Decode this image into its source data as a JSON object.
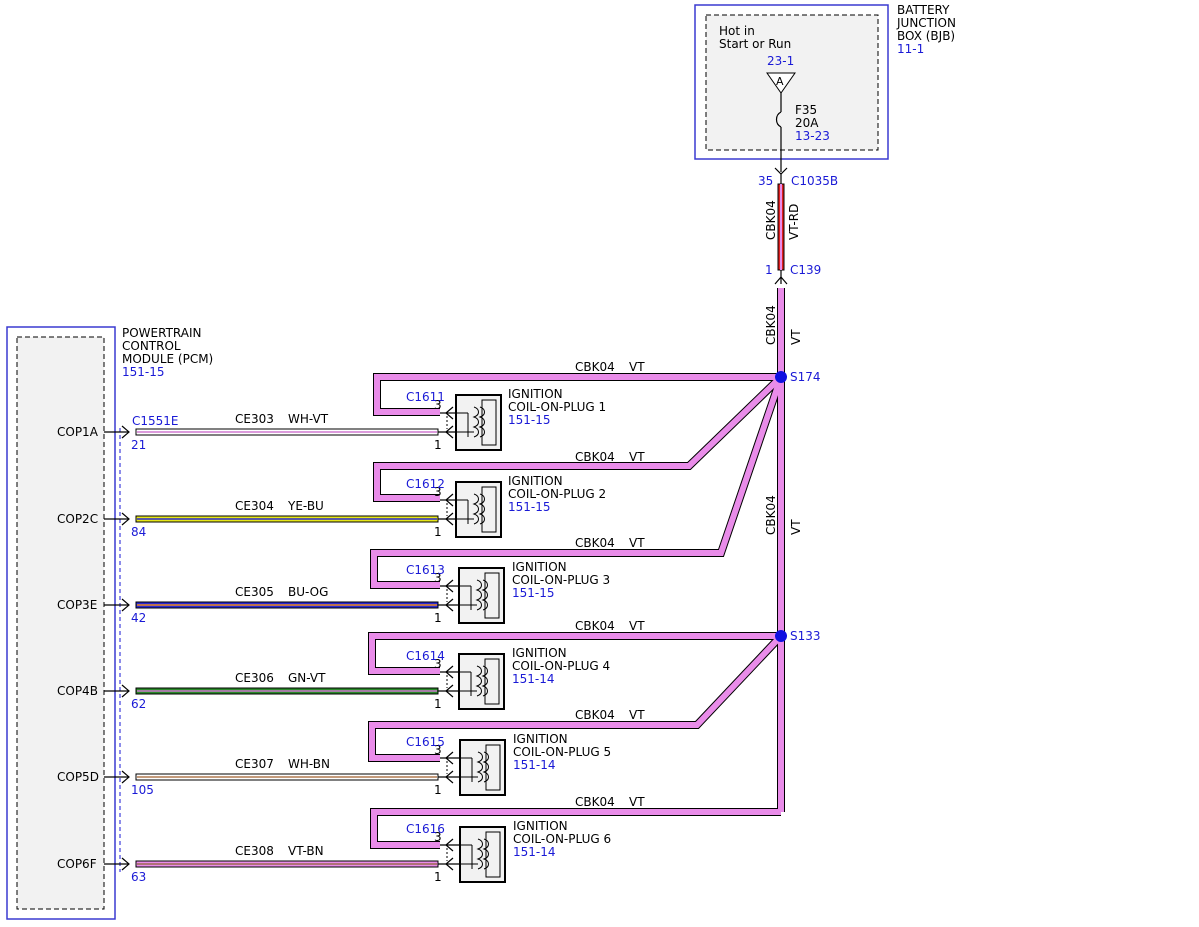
{
  "bjb": {
    "title_lines": [
      "BATTERY",
      "JUNCTION",
      "BOX (BJB)"
    ],
    "ref": "11-1",
    "hot_lines": [
      "Hot in",
      "Start or Run"
    ],
    "connector_ref": "23-1",
    "connector_pin": "A",
    "fuse_name": "F35",
    "fuse_rating": "20A",
    "fuse_ref": "13-23"
  },
  "top_wire": {
    "pin_top": "35",
    "connector_top": "C1035B",
    "circuit": "CBK04",
    "color_code": "VT-RD",
    "pin_bottom": "1",
    "connector_bottom": "C139",
    "lower_circuit": "CBK04",
    "lower_color": "VT",
    "trunk_circuit": "CBK04",
    "trunk_color": "VT"
  },
  "splices": [
    {
      "name": "S174"
    },
    {
      "name": "S133"
    }
  ],
  "pcm": {
    "title_lines": [
      "POWERTRAIN",
      "CONTROL",
      "MODULE (PCM)"
    ],
    "ref": "151-15",
    "connector": "C1551E"
  },
  "coils": [
    {
      "signal": "COP1A",
      "pcm_pin": "21",
      "circuit": "CE303",
      "color_code": "WH-VT",
      "wire_color": "#ffffff",
      "stripe_color": "#d07ad0",
      "connector": "C1611",
      "pin_power": "3",
      "pin_signal": "1",
      "title": "IGNITION",
      "name": "COIL-ON-PLUG 1",
      "ref": "151-15",
      "feed_circuit": "CBK04",
      "feed_color": "VT"
    },
    {
      "signal": "COP2C",
      "pcm_pin": "84",
      "circuit": "CE304",
      "color_code": "YE-BU",
      "wire_color": "#e6e61a",
      "stripe_color": "#2a2ad0",
      "connector": "C1612",
      "pin_power": "3",
      "pin_signal": "1",
      "title": "IGNITION",
      "name": "COIL-ON-PLUG 2",
      "ref": "151-15",
      "feed_circuit": "CBK04",
      "feed_color": "VT"
    },
    {
      "signal": "COP3E",
      "pcm_pin": "42",
      "circuit": "CE305",
      "color_code": "BU-OG",
      "wire_color": "#2a2ad0",
      "stripe_color": "#f08a20",
      "connector": "C1613",
      "pin_power": "3",
      "pin_signal": "1",
      "title": "IGNITION",
      "name": "COIL-ON-PLUG 3",
      "ref": "151-15",
      "feed_circuit": "CBK04",
      "feed_color": "VT"
    },
    {
      "signal": "COP4B",
      "pcm_pin": "62",
      "circuit": "CE306",
      "color_code": "GN-VT",
      "wire_color": "#2a8a2a",
      "stripe_color": "#d07ad0",
      "connector": "C1614",
      "pin_power": "3",
      "pin_signal": "1",
      "title": "IGNITION",
      "name": "COIL-ON-PLUG 4",
      "ref": "151-14",
      "feed_circuit": "CBK04",
      "feed_color": "VT"
    },
    {
      "signal": "COP5D",
      "pcm_pin": "105",
      "circuit": "CE307",
      "color_code": "WH-BN",
      "wire_color": "#ffffff",
      "stripe_color": "#b07a50",
      "connector": "C1615",
      "pin_power": "3",
      "pin_signal": "1",
      "title": "IGNITION",
      "name": "COIL-ON-PLUG 5",
      "ref": "151-14",
      "feed_circuit": "CBK04",
      "feed_color": "VT"
    },
    {
      "signal": "COP6F",
      "pcm_pin": "63",
      "circuit": "CE308",
      "color_code": "VT-BN",
      "wire_color": "#e98ce9",
      "stripe_color": "#9a6a50",
      "connector": "C1616",
      "pin_power": "3",
      "pin_signal": "1",
      "title": "IGNITION",
      "name": "COIL-ON-PLUG 6",
      "ref": "151-14",
      "feed_circuit": "CBK04",
      "feed_color": "VT"
    }
  ],
  "colors": {
    "vt": "#e98ce9",
    "rd": "#e02020",
    "splice": "#1010e0",
    "ref_text": "#1a1ad6"
  }
}
